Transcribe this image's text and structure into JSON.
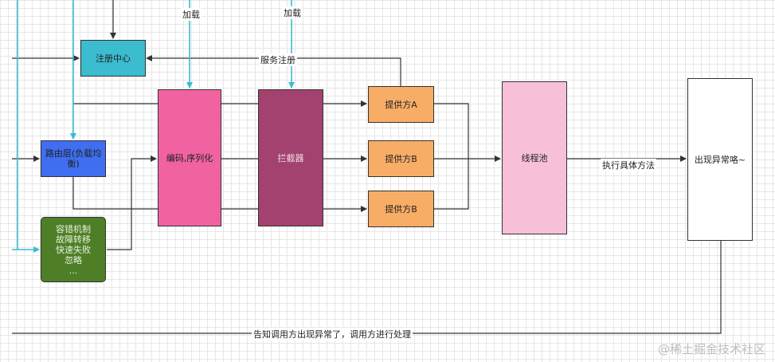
{
  "nodes": {
    "registry": {
      "label": "注册中心",
      "color": "#3bbccf"
    },
    "router": {
      "label": "路由层(负载均衡)",
      "color": "#3f6ef0"
    },
    "fault": {
      "lines": [
        "容错机制",
        "故障转移",
        "快速失败",
        "忽略",
        "..."
      ],
      "color": "#4e7f26"
    },
    "codec": {
      "label": "编码,序列化",
      "color": "#f062a0"
    },
    "interceptor": {
      "label": "拦截器",
      "color": "#a3426e"
    },
    "provider_a": {
      "label": "提供方A",
      "color": "#f8ad66"
    },
    "provider_b1": {
      "label": "提供方B",
      "color": "#f8ad66"
    },
    "provider_b2": {
      "label": "提供方B",
      "color": "#f8ad66"
    },
    "thread_pool": {
      "label": "线程池",
      "color": "#f8c0d8"
    },
    "exception": {
      "label": "出现异常咯~",
      "color": "#ffffff"
    }
  },
  "edge_labels": {
    "load1": "加载",
    "load2": "加载",
    "service_register": "服务注册",
    "execute": "执行具体方法",
    "notify": "告知调用方出现异常了，调用方进行处理"
  },
  "watermark": "@稀土掘金技术社区",
  "colors": {
    "line": "#333333",
    "cyan_line": "#3bbccf"
  }
}
